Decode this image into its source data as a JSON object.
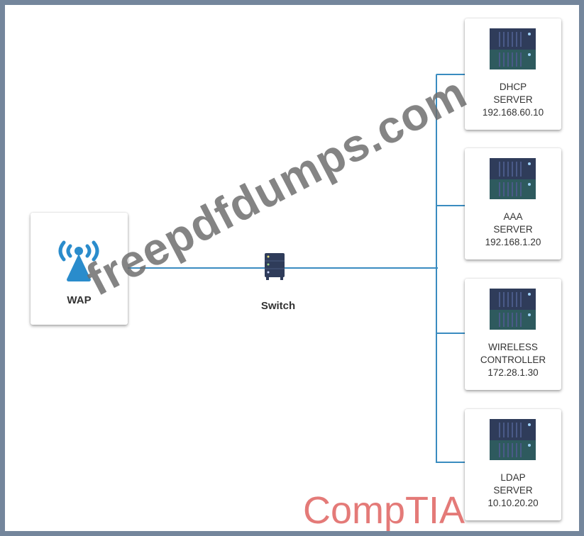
{
  "wap": {
    "label": "WAP"
  },
  "switch": {
    "label": "Switch"
  },
  "servers": [
    {
      "name": "DHCP",
      "role": "SERVER",
      "ip": "192.168.60.10"
    },
    {
      "name": "AAA",
      "role": "SERVER",
      "ip": "192.168.1.20"
    },
    {
      "name": "WIRELESS",
      "role": "CONTROLLER",
      "ip": "172.28.1.30"
    },
    {
      "name": "LDAP",
      "role": "SERVER",
      "ip": "10.10.20.20"
    }
  ],
  "watermark": "freepdfdumps.com",
  "logo": "CompTIA",
  "colors": {
    "link": "#3a8cc0",
    "wap_icon": "#2a8ccc",
    "frame": "#74869c",
    "logo": "#e47a78"
  }
}
